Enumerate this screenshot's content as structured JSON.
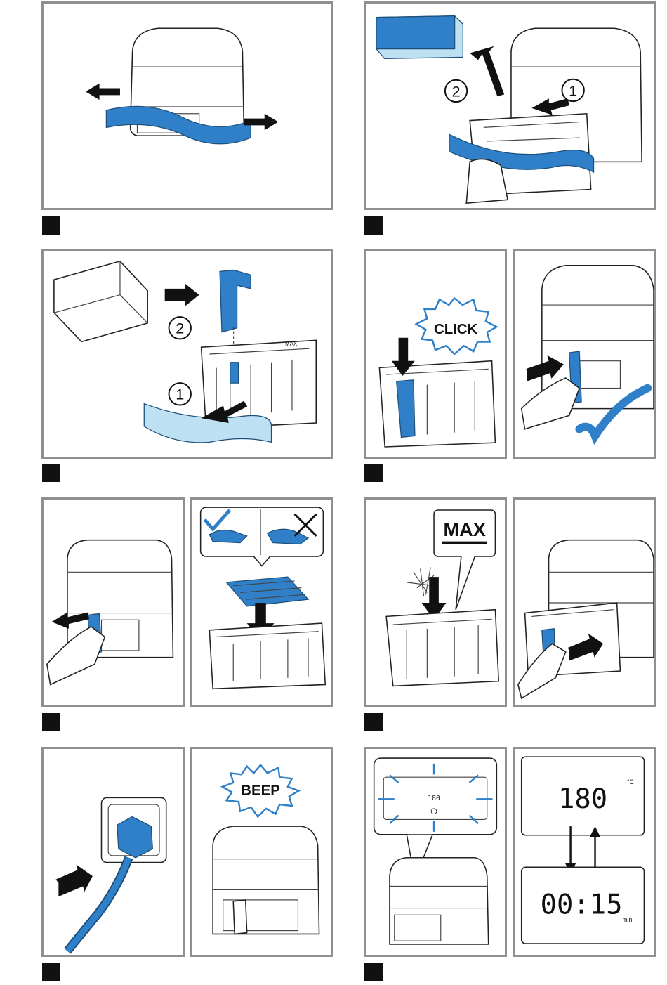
{
  "labels": {
    "click": "CLICK",
    "max": "MAX",
    "beep": "BEEP",
    "num_one": "1",
    "num_two": "2",
    "basket_max": "MAX",
    "display_small_temp": "180",
    "display_temp": "180",
    "display_time": "00:15",
    "unit_celsius": "°C",
    "unit_min": "min"
  },
  "colors": {
    "accent_blue": "#2f80c9",
    "light_blue": "#bde0f3",
    "panel_border": "#8f8f8f",
    "step_marker": "#111111"
  },
  "icons": [
    "arrow-left-icon",
    "arrow-right-icon",
    "checkmark-icon",
    "cross-icon",
    "plug-icon",
    "socket-icon",
    "hand-icon",
    "power-icon"
  ]
}
